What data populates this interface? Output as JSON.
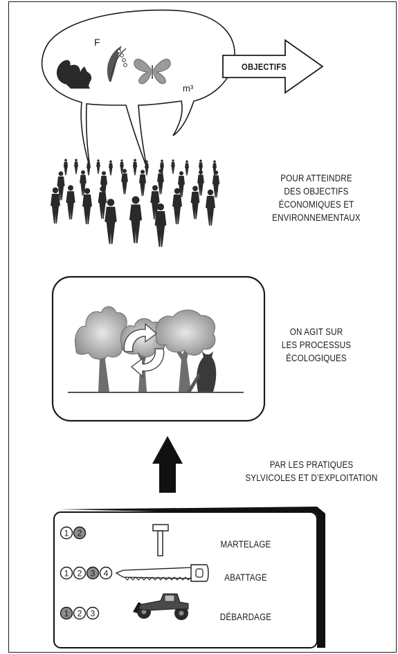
{
  "bubble": {
    "letter_f": "F",
    "unit_m3": "m³",
    "icons": [
      "squirrel-icon",
      "lily-of-the-valley-icon",
      "butterfly-icon"
    ]
  },
  "objectives_arrow": {
    "label": "OBJECTIFS"
  },
  "text_blocks": {
    "goals": [
      "POUR ATTEINDRE",
      "DES OBJECTIFS",
      "ÉCONOMIQUES ET",
      "ENVIRONNEMENTAUX"
    ],
    "processes": [
      "ON AGIT SUR",
      "LES PROCESSUS",
      "ÉCOLOGIQUES"
    ],
    "practices": [
      "PAR LES PRATIQUES",
      "SYLVICOLES ET D’EXPLOITATION"
    ]
  },
  "operations": [
    {
      "label": "MARTELAGE",
      "steps": [
        "1",
        "2"
      ],
      "filled_steps": [
        "2"
      ],
      "tool": "hammer-icon"
    },
    {
      "label": "ABATTAGE",
      "steps": [
        "1",
        "2",
        "3",
        "4"
      ],
      "filled_steps": [
        "3"
      ],
      "tool": "saw-icon"
    },
    {
      "label": "DÉBARDAGE",
      "steps": [
        "1",
        "2",
        "3"
      ],
      "filled_steps": [
        "1"
      ],
      "tool": "skidder-icon"
    }
  ],
  "colors": {
    "ink": "#1a1a1a",
    "fill_gray": "#8c8c8c",
    "light_gray": "#bdbdbd"
  }
}
